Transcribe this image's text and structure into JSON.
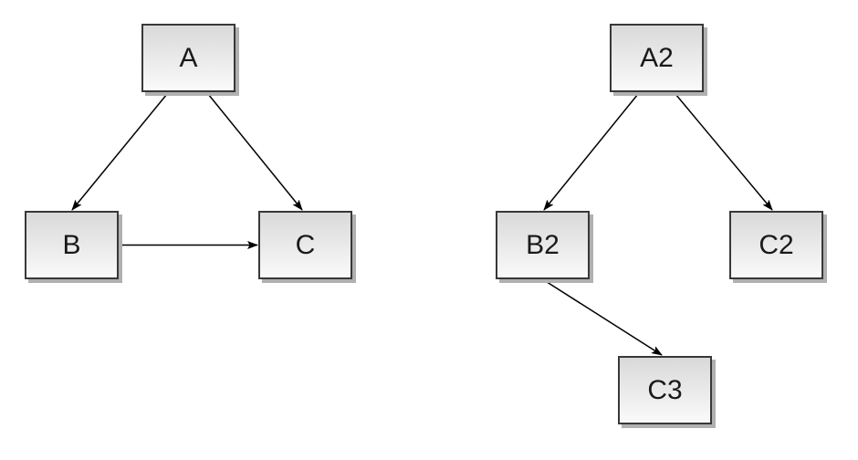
{
  "style": {
    "node_border_color": "#383838",
    "node_fill_top": "#d9d9d9",
    "node_fill_bottom": "#fafafa",
    "node_shadow_color": "#b0b0b0",
    "edge_color": "#000000",
    "label_color": "#1a1a1a",
    "page_background": "#ffffff"
  },
  "diagram": {
    "nodes": [
      {
        "id": "A",
        "label": "A"
      },
      {
        "id": "B",
        "label": "B"
      },
      {
        "id": "C",
        "label": "C"
      },
      {
        "id": "A2",
        "label": "A2"
      },
      {
        "id": "B2",
        "label": "B2"
      },
      {
        "id": "C2",
        "label": "C2"
      },
      {
        "id": "C3",
        "label": "C3"
      }
    ],
    "edges": [
      {
        "from": "A",
        "to": "B"
      },
      {
        "from": "A",
        "to": "C"
      },
      {
        "from": "B",
        "to": "C"
      },
      {
        "from": "A2",
        "to": "B2"
      },
      {
        "from": "A2",
        "to": "C2"
      },
      {
        "from": "B2",
        "to": "C3"
      }
    ]
  }
}
